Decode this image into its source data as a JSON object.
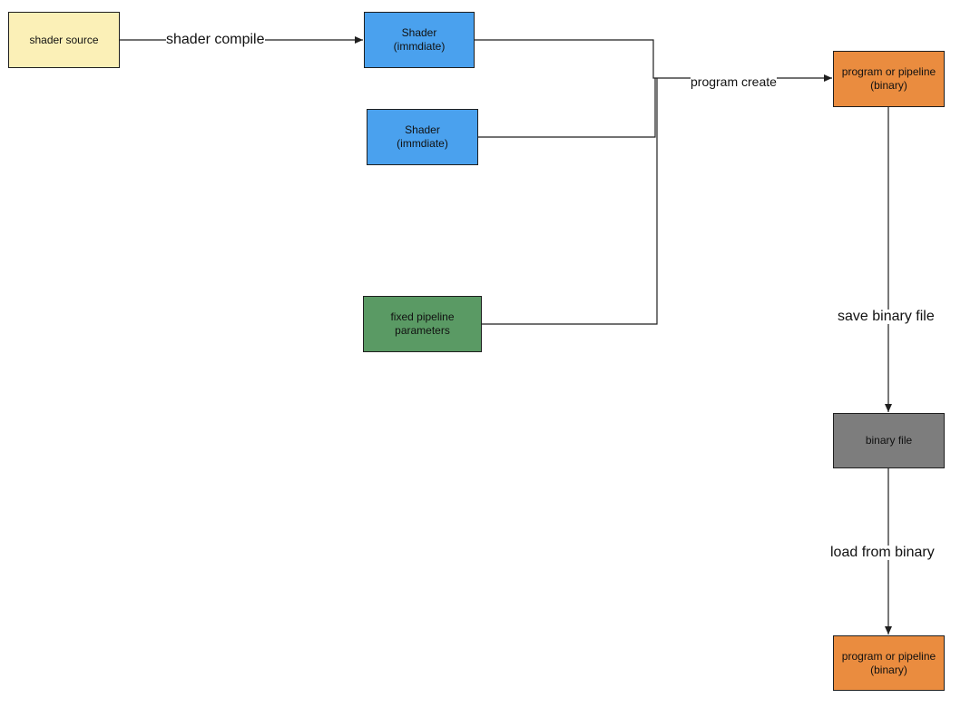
{
  "nodes": {
    "shader_source": {
      "lines": [
        "shader source"
      ],
      "color": "#fbf0b7"
    },
    "shader_1": {
      "lines": [
        "Shader",
        "(immdiate)"
      ],
      "color": "#4aa1ee"
    },
    "shader_2": {
      "lines": [
        "Shader",
        "(immdiate)"
      ],
      "color": "#4aa1ee"
    },
    "fixed_pipeline": {
      "lines": [
        "fixed pipeline",
        "parameters"
      ],
      "color": "#5a9a64"
    },
    "program_pipeline_1": {
      "lines": [
        "program or pipeline",
        "(binary)"
      ],
      "color": "#ea8c3f"
    },
    "binary_file": {
      "lines": [
        "binary file"
      ],
      "color": "#7d7d7d"
    },
    "program_pipeline_2": {
      "lines": [
        "program or pipeline",
        "(binary)"
      ],
      "color": "#ea8c3f"
    }
  },
  "edges": {
    "shader_compile": "shader compile",
    "program_create": "program create",
    "save_binary_file": "save binary file",
    "load_from_binary": "load from binary"
  },
  "colors": {
    "line": "#1f1f1f",
    "border": "#1f1f1f"
  }
}
